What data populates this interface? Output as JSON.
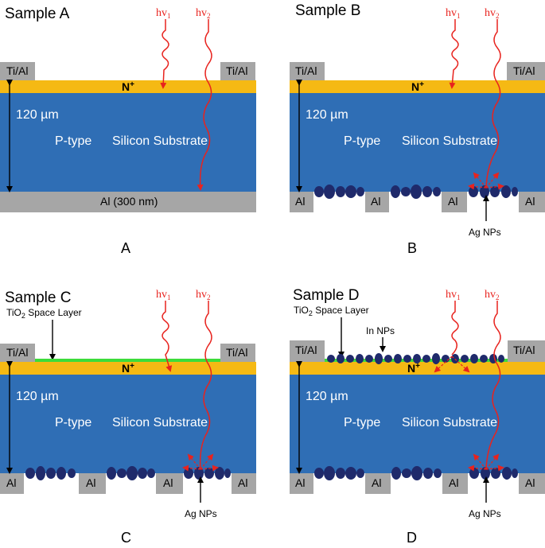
{
  "panels": [
    {
      "title": "Sample A",
      "caption": "A",
      "contact_top": "Ti/Al",
      "n_label": "N",
      "n_sup": "+",
      "thickness": "120 µm",
      "substrate_type": "P-type",
      "substrate_name": "Silicon Substrate",
      "back_contact": "Al (300 nm)",
      "photon1": "hv",
      "photon1_sub": "1",
      "photon2": "hv",
      "photon2_sub": "2"
    },
    {
      "title": "Sample B",
      "caption": "B",
      "contact_top": "Ti/Al",
      "n_label": "N",
      "n_sup": "+",
      "thickness": "120 µm",
      "substrate_type": "P-type",
      "substrate_name": "Silicon Substrate",
      "back_contact": "Al",
      "np_label": "Ag NPs",
      "photon1": "hv",
      "photon1_sub": "1",
      "photon2": "hv",
      "photon2_sub": "2"
    },
    {
      "title": "Sample C",
      "caption": "C",
      "contact_top": "Ti/Al",
      "n_label": "N",
      "n_sup": "+",
      "thickness": "120 µm",
      "substrate_type": "P-type",
      "substrate_name": "Silicon Substrate",
      "back_contact": "Al",
      "np_label": "Ag NPs",
      "spacer_label_pre": "TiO",
      "spacer_label_sub": "2",
      "spacer_label_post": " Space Layer",
      "photon1": "hv",
      "photon1_sub": "1",
      "photon2": "hv",
      "photon2_sub": "2"
    },
    {
      "title": "Sample D",
      "caption": "D",
      "contact_top": "Ti/Al",
      "n_label": "N",
      "n_sup": "+",
      "thickness": "120 µm",
      "substrate_type": "P-type",
      "substrate_name": "Silicon Substrate",
      "back_contact": "Al",
      "np_label": "Ag NPs",
      "top_np_label": "In NPs",
      "spacer_label_pre": "TiO",
      "spacer_label_sub": "2",
      "spacer_label_post": " Space Layer",
      "photon1": "hv",
      "photon1_sub": "1",
      "photon2": "hv",
      "photon2_sub": "2"
    }
  ],
  "colors": {
    "substrate": "#2f6eb5",
    "n_layer": "#f5b914",
    "contact": "#a6a6a6",
    "spacer": "#3ddc3a",
    "nanoparticle": "#1f2a6b",
    "photon": "#e8231e"
  }
}
